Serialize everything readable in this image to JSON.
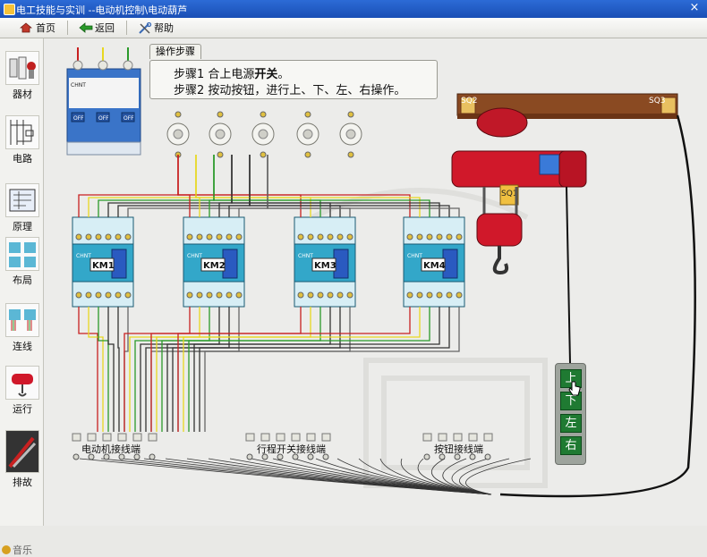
{
  "window": {
    "title": "电工技能与实训 --电动机控制\\电动葫芦",
    "close_label": "×"
  },
  "toolbar": {
    "home": "首页",
    "back": "返回",
    "help": "帮助"
  },
  "sidebar": {
    "items": [
      {
        "label": "器材"
      },
      {
        "label": "电路"
      },
      {
        "label": "原理"
      },
      {
        "label": "布局"
      },
      {
        "label": "连线"
      },
      {
        "label": "运行"
      },
      {
        "label": "排故"
      }
    ],
    "music": "音乐"
  },
  "steps": {
    "title": "操作步骤",
    "step1_prefix": "步骤1  合上电源",
    "step1_bold": "开关",
    "step1_suffix": "。",
    "step2": "步骤2  按动按钮，进行上、下、左、右操作。"
  },
  "contactors": [
    "KM1",
    "KM2",
    "KM3",
    "KM4"
  ],
  "brand": "CHNT",
  "terminals": {
    "motor": "电动机接线端",
    "limit": "行程开关接线端",
    "button": "按钮接线端"
  },
  "limit_switches": [
    "SQ2",
    "SQ3",
    "SQ1"
  ],
  "pendant_buttons": [
    "上",
    "下",
    "左",
    "右"
  ],
  "colors": {
    "accent": "#1a4fb5",
    "wire_red": "#c82020",
    "wire_yellow": "#e8d820",
    "wire_green": "#2a9a2a",
    "hoist_red": "#d0182a",
    "contactor": "#33a7c9",
    "button_green": "#1f7a32"
  }
}
